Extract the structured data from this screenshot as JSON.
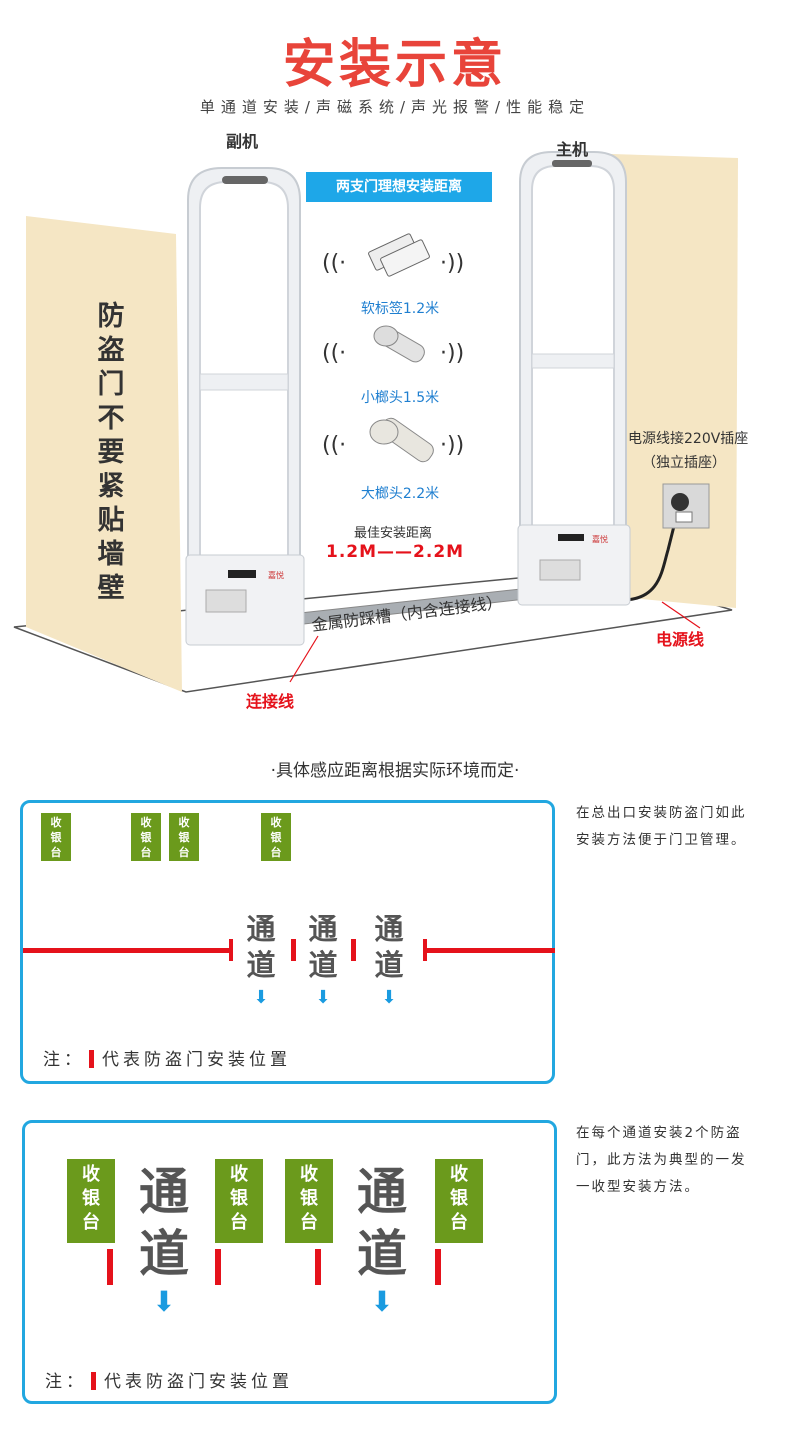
{
  "header": {
    "title": "安装示意",
    "subtitle": "单通道安装/声磁系统/声光报警/性能稳定"
  },
  "scene": {
    "label_sub": "副机",
    "label_main": "主机",
    "banner": "两支门理想安装距离",
    "tags": [
      {
        "label": "软标签1.2米"
      },
      {
        "label": "小榔头1.5米"
      },
      {
        "label": "大榔头2.2米"
      }
    ],
    "best_title": "最佳安装距离",
    "best_range": "1.2M——2.2M",
    "wall_text": "防盗门不要紧贴墙壁",
    "power_note_line1": "电源线接220V插座",
    "power_note_line2": "（独立插座）",
    "groove": "金属防踩槽（内含连接线）",
    "power_cable": "电源线",
    "connect_cable": "连接线",
    "gate_brand": "嘉悦"
  },
  "note_center": "·具体感应距离根据实际环境而定·",
  "diagram1": {
    "cashier_label": "收银台",
    "channel_label": "通道",
    "note_prefix": "注：",
    "note_text": "代表防盗门安装位置",
    "description": "在总出口安装防盗门如此安装方法便于门卫管理。"
  },
  "diagram2": {
    "cashier_label": "收银台",
    "channel_label": "通道",
    "note_prefix": "注：",
    "note_text": "代表防盗门安装位置",
    "description": "在每个通道安装2个防盗门，此方法为典型的一发一收型安装方法。"
  },
  "colors": {
    "title": "#e8443a",
    "accent_blue": "#1ea7e8",
    "cashier_green": "#6b9a1c",
    "marker_red": "#e5121b"
  }
}
